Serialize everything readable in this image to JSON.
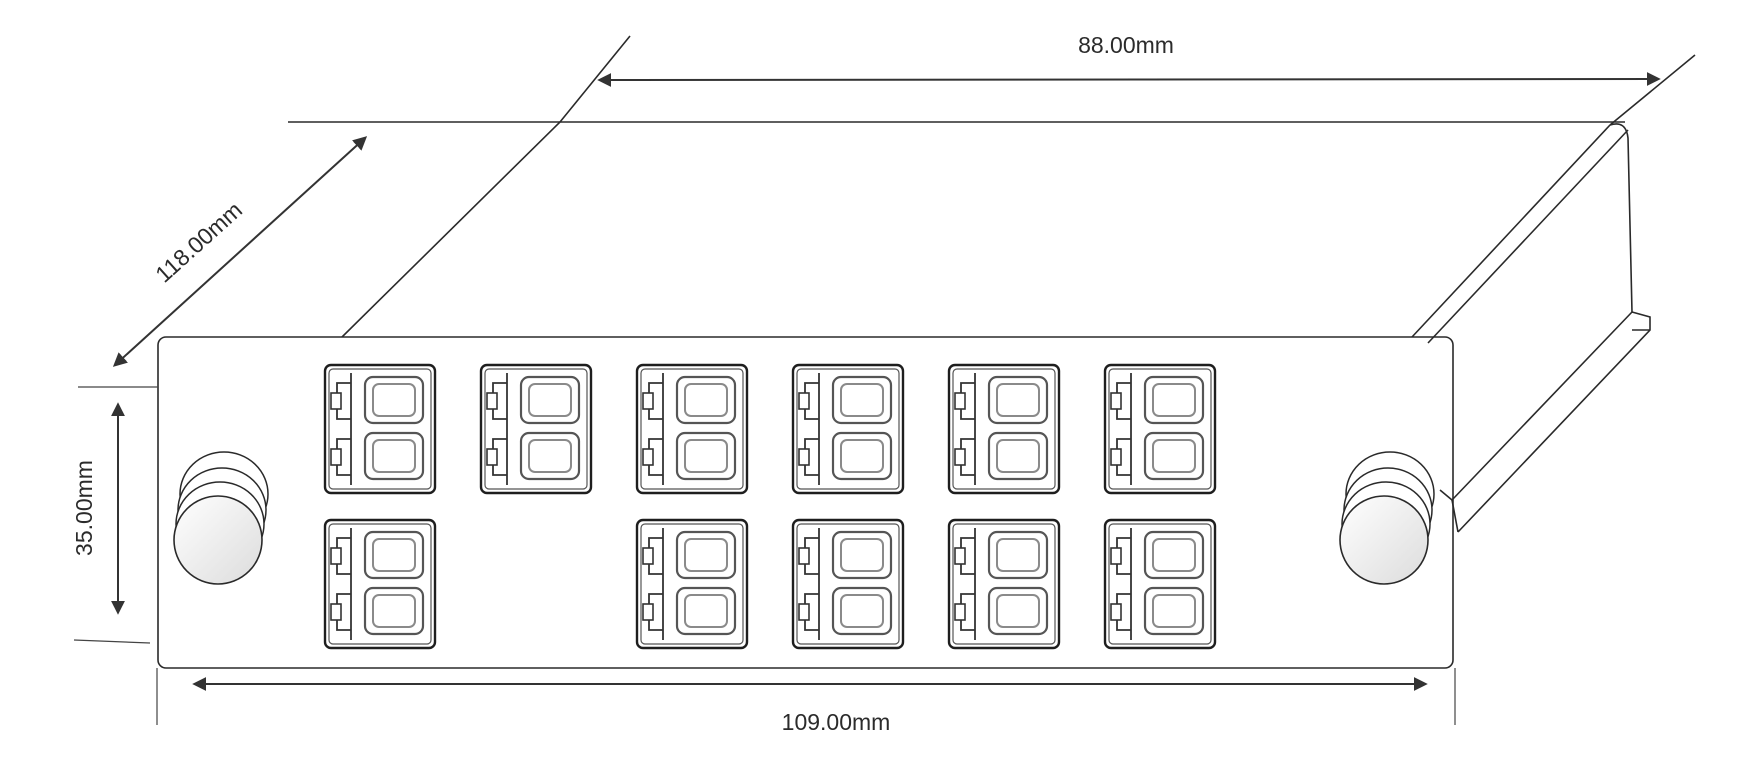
{
  "dimensions": {
    "depth": "118.00mm",
    "top_width": "88.00mm",
    "height": "35.00mm",
    "front_width": "109.00mm"
  },
  "adapters": {
    "top_row_count": 6,
    "bottom_row_filled": [
      true,
      false,
      true,
      true,
      true,
      true
    ]
  },
  "colors": {
    "line": "#2a2a2a",
    "adapter_outline": "#1e1e1e",
    "background": "#ffffff"
  }
}
